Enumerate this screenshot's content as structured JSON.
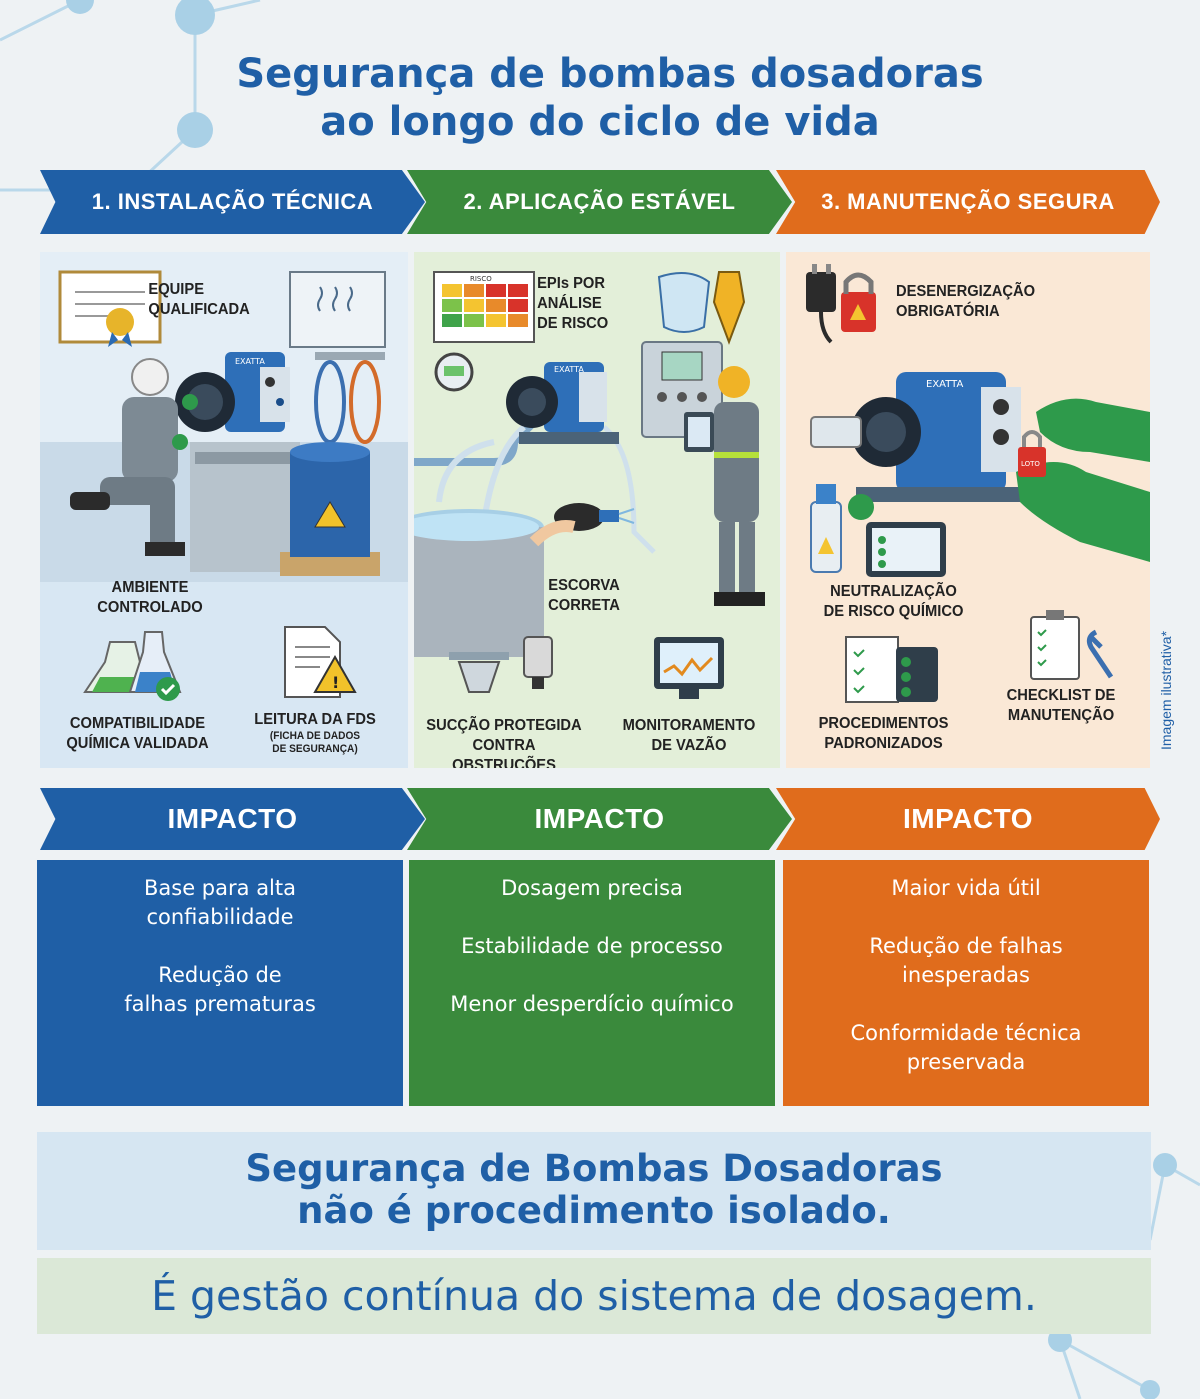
{
  "title": {
    "line1": "Segurança de bombas dosadoras",
    "line2": "ao longo do ciclo de vida"
  },
  "stages": [
    {
      "label": "1. INSTALAÇÃO TÉCNICA",
      "color": "#1f5fa6"
    },
    {
      "label": "2. APLICAÇÃO ESTÁVEL",
      "color": "#3a8a3c"
    },
    {
      "label": "3. MANUTENÇÃO SEGURA",
      "color": "#e06c1c"
    }
  ],
  "panel1": {
    "equipe": "EQUIPE\nQUALIFICADA",
    "ambiente": "AMBIENTE\nCONTROLADO",
    "compat": "COMPATIBILIDADE\nQUÍMICA VALIDADA",
    "fds": "LEITURA DA FDS",
    "fds_sub": "(FICHA DE DADOS\nDE SEGURANÇA)",
    "pump_brand": "EXATTA"
  },
  "panel2": {
    "epis": "EPIs POR\nANÁLISE\nDE RISCO",
    "matrix_label": "RISCO",
    "escorva": "ESCORVA\nCORRETA",
    "succao": "SUCÇÃO PROTEGIDA\nCONTRA OBSTRUÇÕES",
    "monitor": "MONITORAMENTO\nDE VAZÃO",
    "pump_brand": "EXATTA"
  },
  "panel3": {
    "desenerg": "DESENERGIZAÇÃO\nOBRIGATÓRIA",
    "neutral": "NEUTRALIZAÇÃO\nDE RISCO QUÍMICO",
    "proced": "PROCEDIMENTOS\nPADRONIZADOS",
    "checklist": "CHECKLIST DE\nMANUTENÇÃO",
    "pump_brand": "EXATTA",
    "lock_label": "LOTO"
  },
  "impact": {
    "label": "IMPACTO",
    "col1": [
      "Base para alta\nconfiabilidade",
      "Redução de\nfalhas prematuras"
    ],
    "col2": [
      "Dosagem precisa",
      "Estabilidade de processo",
      "Menor desperdício químico"
    ],
    "col3": [
      "Maior vida útil",
      "Redução de falhas\ninesperadas",
      "Conformidade técnica\npreservada"
    ]
  },
  "banner": {
    "line1": "Segurança de Bombas Dosadoras\nnão é procedimento isolado.",
    "line2": "É gestão contínua do sistema de dosagem."
  },
  "side_note": "Imagem ilustrativa*"
}
